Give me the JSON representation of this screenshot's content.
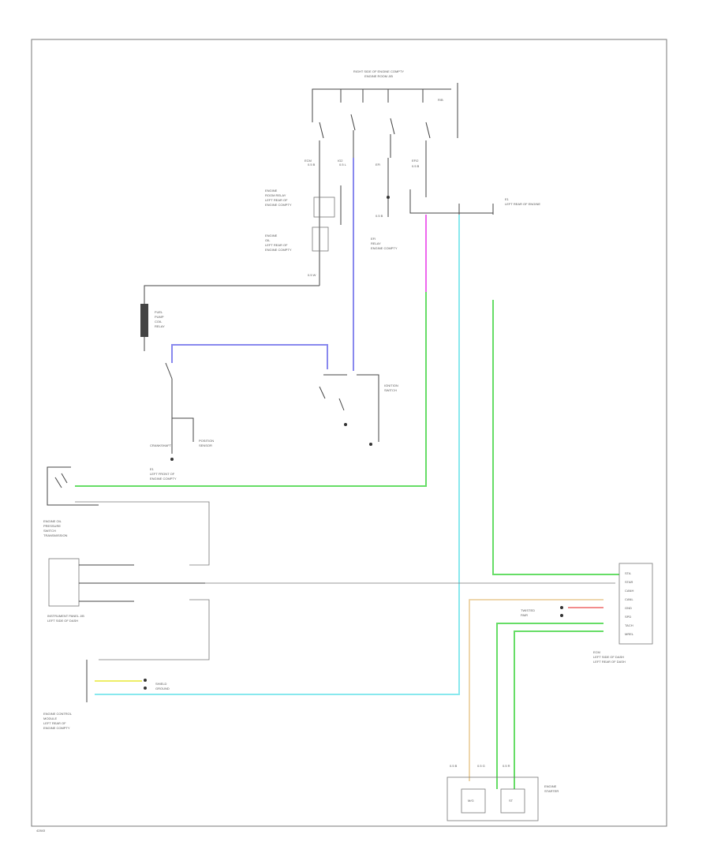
{
  "diagram": {
    "fuse_box_title": [
      "RIGHT SIDE OF ENGINE COMPTY",
      "ENGINE ROOM J/B"
    ],
    "fuse_box_side_label": "R/B",
    "fuse_labels": [
      "ECM",
      "IG2",
      "EFI",
      "EFI2"
    ],
    "wire_labels_top": [
      "0.5 B",
      "0.5 L",
      "0.5 B",
      "0.5 B",
      "0.5 W"
    ],
    "relay_labels": [
      [
        "ENGINE",
        "ROOM RELAY",
        "LEFT REAR OF",
        "ENGINE COMPTY"
      ],
      [
        "ENGINE",
        "OIL",
        "LEFT REAR OF",
        "ENGINE COMPTY"
      ],
      [
        "EFI",
        "RELAY",
        "ENGINE COMPTY"
      ]
    ],
    "splice_label": [
      "E1",
      "LEFT REAR OF ENGINE"
    ],
    "coil_label": [
      "FUEL",
      "PUMP",
      "COIL",
      "RELAY"
    ],
    "ground_label": [
      "E1",
      "LEFT FRONT OF",
      "ENGINE COMPTY"
    ],
    "sensor_label": [
      "CRANKSHAFT",
      "POSITION",
      "SENSOR"
    ],
    "ignition_switch_label": [
      "IGNITION",
      "SWITCH"
    ],
    "module_left_1": [
      "ENGINE OIL",
      "PRESSURE",
      "SWITCH",
      "TRANSMISSION"
    ],
    "module_left_2": [
      "INSTRUMENT PANEL J/B",
      "LEFT SIDE OF DASH"
    ],
    "module_left_3": [
      "ENGINE CONTROL",
      "MODULE",
      "LEFT REAR OF",
      "ENGINE COMPTY"
    ],
    "shield_label": [
      "SHIELD",
      "GROUND"
    ],
    "ecm_right_label": [
      "ECM",
      "LEFT SIDE OF DASH",
      "LEFT REAR OF DASH"
    ],
    "ecm_right_pins": [
      "STA",
      "STAR",
      "CANH",
      "CANL",
      "GND",
      "SPD",
      "TACH",
      "MREL"
    ],
    "twisted_pair_label": [
      "TWISTED",
      "PAIR"
    ],
    "bottom_module_label": [
      "ENGINE",
      "STARTER"
    ],
    "bottom_inner_labels": [
      "M/G",
      "ST"
    ],
    "bottom_wire_labels": [
      "0.5 B",
      "0.5 G",
      "0.5 R"
    ],
    "corner_code": "42843",
    "colors": {
      "blue_wire": "#8888ee",
      "pink_wire": "#ee66ee",
      "green_wire": "#66dd66",
      "cyan_wire": "#88e8ee",
      "tan_wire": "#e8c890",
      "yellow_wire": "#eeee66",
      "red_wire": "#ee6666"
    }
  }
}
